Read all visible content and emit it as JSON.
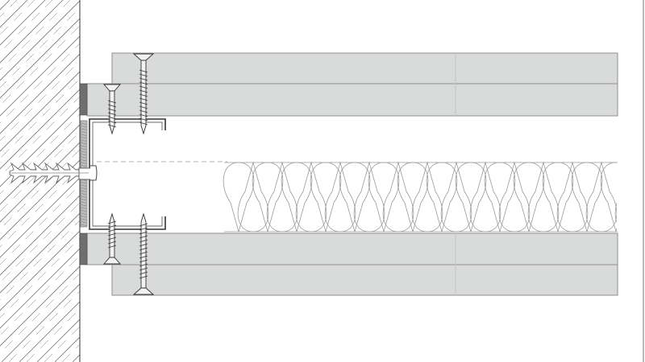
{
  "diagram": {
    "kind": "partition-wall-junction-section",
    "components": [
      "masonry-wall",
      "acoustic-sealing-strip",
      "steel-u-channel",
      "wall-plug",
      "gypsum-board-layers",
      "drywall-screws",
      "mineral-wool-insulation"
    ]
  },
  "colors": {
    "wall_hatch": "#777777",
    "board_fill": "#d9dbda",
    "board_stroke": "#8e8e8e",
    "seal_dark": "#6f6f6f",
    "seal_strip": "#9a9a9a",
    "channel_stroke": "#333333",
    "line": "#444444",
    "insulation_stroke": "#9a9a9a",
    "screw_fill": "#f2f2f2"
  }
}
